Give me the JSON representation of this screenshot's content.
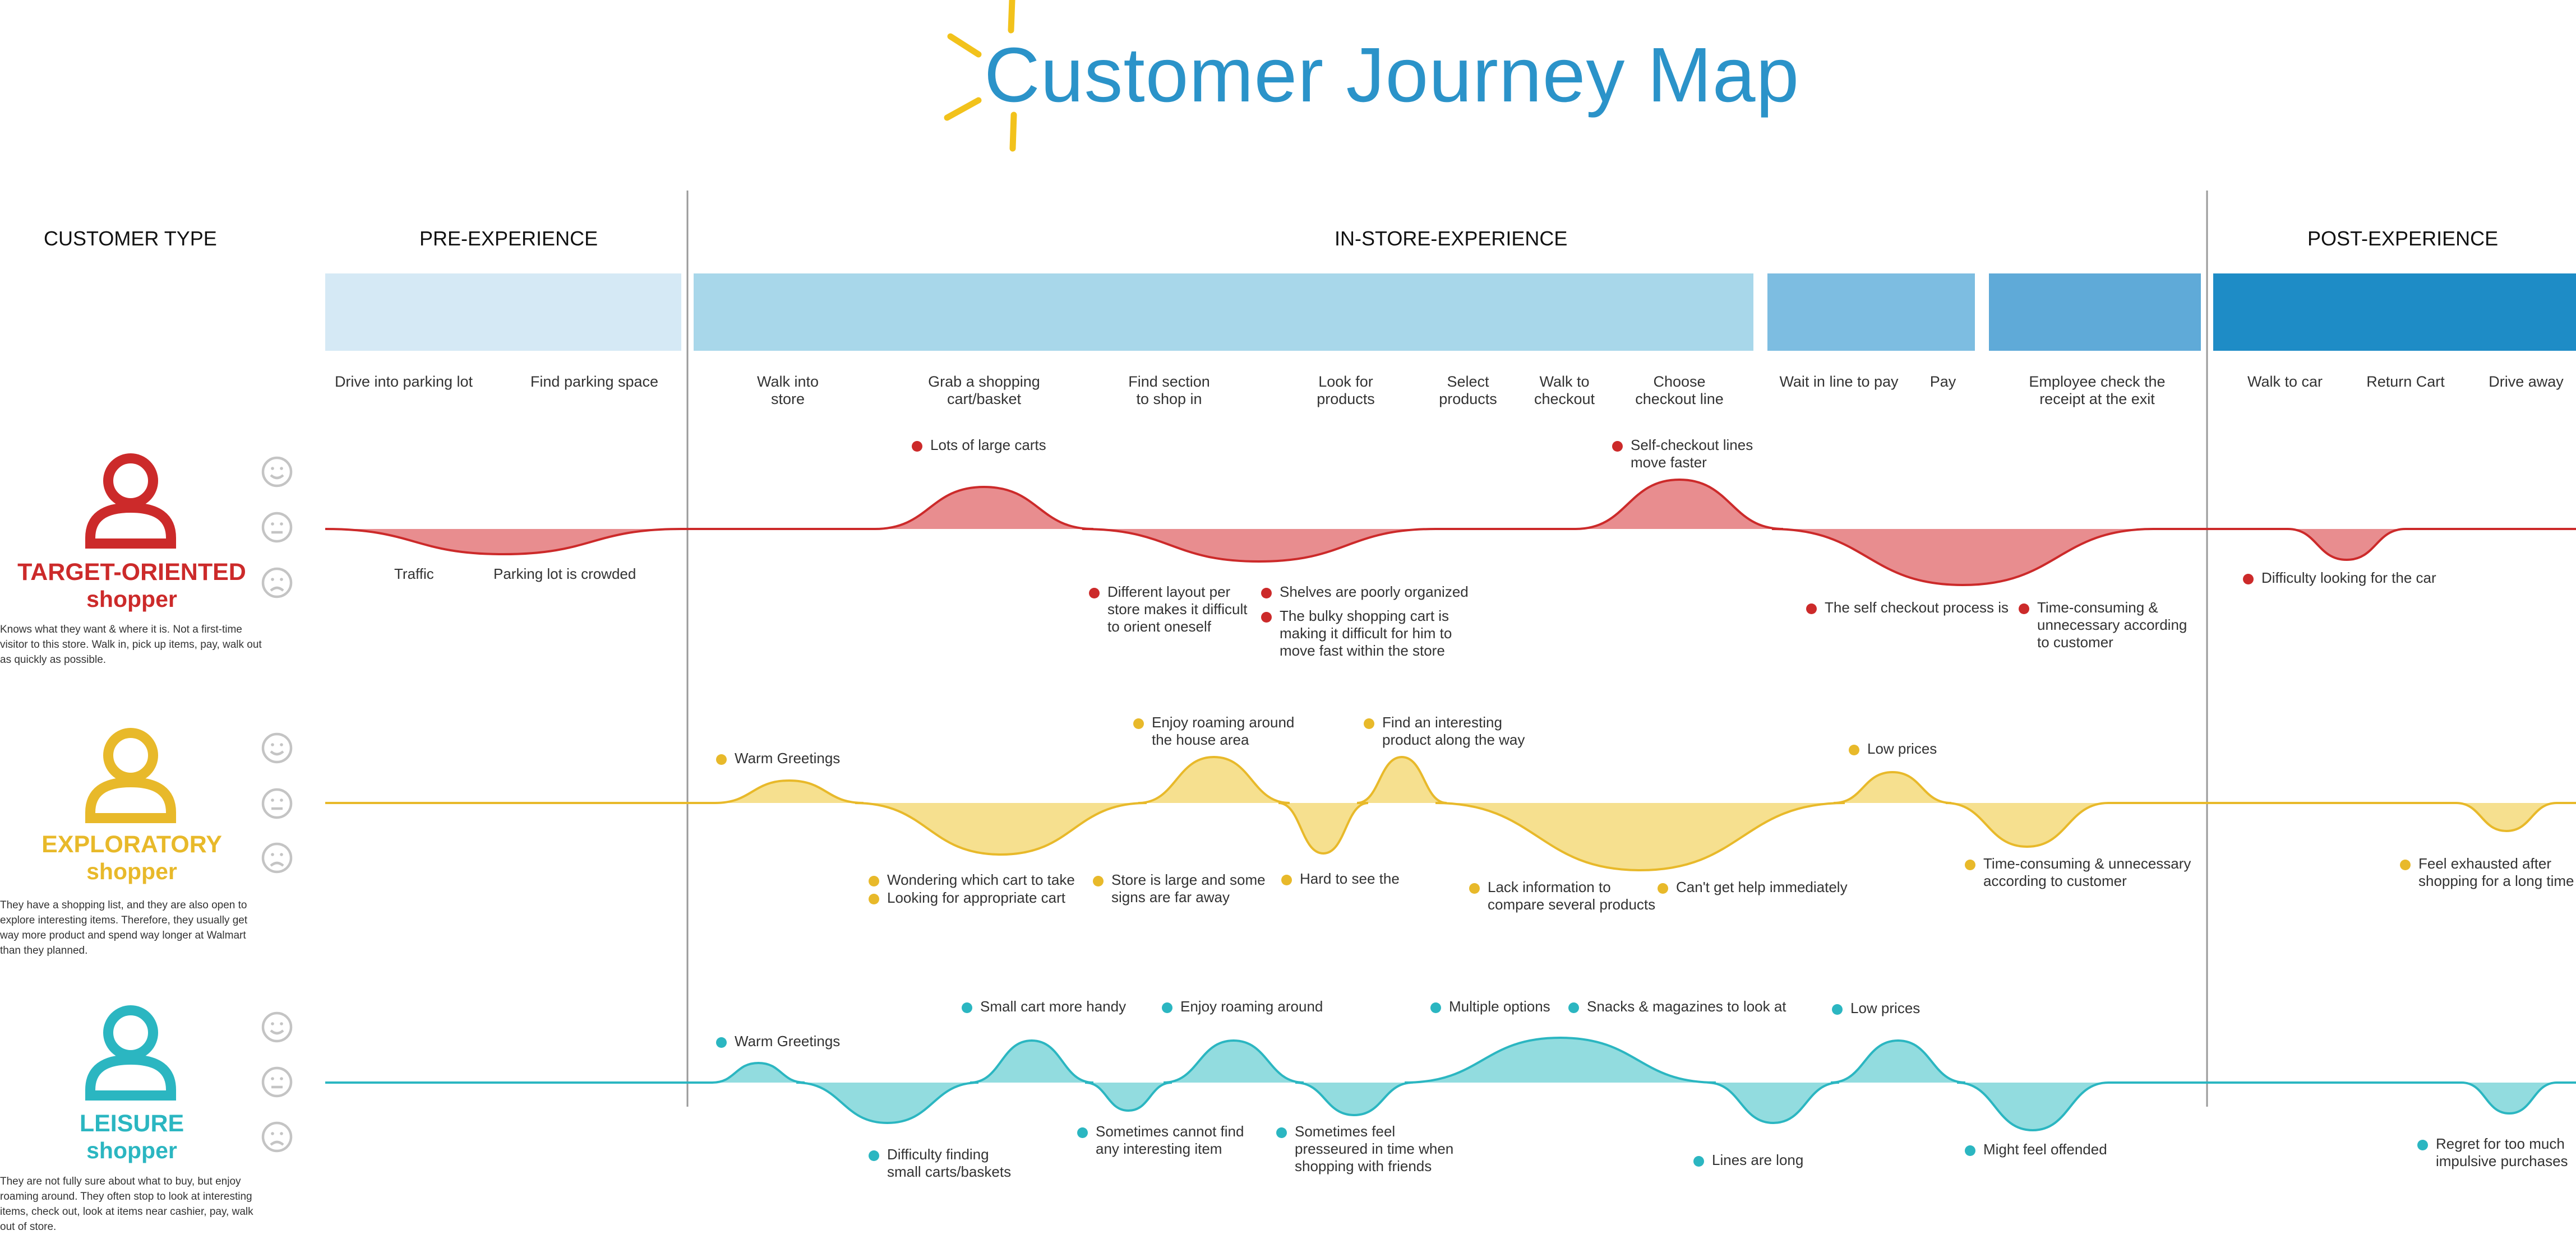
{
  "title": "Customer Journey Map",
  "colors": {
    "title": "#2b93c9",
    "sun": "#f2c21b",
    "red": "#cc2a2a",
    "red_fill": "#e88d8f",
    "yellow": "#e8b92a",
    "yellow_fill": "#f6e08f",
    "teal": "#2bb6c1",
    "teal_fill": "#92dcdf",
    "band_pre": "#d5e9f5",
    "band_in": "#a8d7ea",
    "band_pay": "#7dbde1",
    "band_exit": "#5faad8",
    "band_post": "#1e8cc6"
  },
  "header": {
    "customer_type": "CUSTOMER TYPE",
    "pre": "PRE-EXPERIENCE",
    "in": "IN-STORE-EXPERIENCE",
    "post": "POST-EXPERIENCE"
  },
  "icons": {
    "pre": "car-icon",
    "in": "shopping-cart-icon",
    "pay": "dollar-icon",
    "exit": "exit-icon",
    "post": "car-icon"
  },
  "steps": [
    "Drive into parking lot",
    "Find parking space",
    "Walk into\nstore",
    "Grab a shopping\ncart/basket",
    "Find section\nto shop in",
    "Look for\nproducts",
    "Select\nproducts",
    "Walk to\ncheckout",
    "Choose\ncheckout line",
    "Wait in line to pay",
    "Pay",
    "Employee  check the\nreceipt at the exit",
    "Walk to car",
    "Return Cart",
    "Drive away"
  ],
  "personas": [
    {
      "name1": "TARGET-ORIENTED",
      "name2": "shopper",
      "description": "Knows what they want & where it is. Not a first-time visitor to this store. Walk in, pick up items, pay, walk out as quickly as possible.",
      "notes": [
        "Lots of large carts",
        "Self-checkout lines\nmove faster",
        "Traffic",
        "Parking lot is crowded",
        "Different layout per\nstore makes it difficult\nto orient oneself",
        "Shelves are poorly organized",
        "The bulky shopping cart is\nmaking it difficult for him to\nmove fast within the store",
        "The self checkout process is",
        "Time-consuming &\nunnecessary according\nto customer",
        "Difficulty looking for the car"
      ]
    },
    {
      "name1": "EXPLORATORY",
      "name2": "shopper",
      "description": "They have a shopping list, and they are also open to explore interesting items. Therefore, they usually get way more product and spend way longer at Walmart than they planned.",
      "notes": [
        "Warm Greetings",
        "Enjoy roaming around\nthe house area",
        "Find an interesting\nproduct along the way",
        "Low prices",
        "Wondering which cart to take",
        "Looking for appropriate cart",
        "Store is large and some\nsigns are far away",
        "Hard to see the",
        "Lack information to\ncompare several products",
        "Can't get help immediately",
        "Time-consuming & unnecessary\naccording to customer",
        "Feel exhausted after\nshopping for a long time"
      ]
    },
    {
      "name1": "LEISURE",
      "name2": "shopper",
      "description": "They are not fully sure about what to buy, but enjoy roaming around. They often stop to look at interesting items, check out, look at items near cashier, pay, walk out of store.",
      "notes": [
        "Warm Greetings",
        "Small cart more handy",
        "Enjoy roaming around",
        "Multiple options",
        "Snacks & magazines to look at",
        "Low prices",
        "Difficulty finding\nsmall carts/baskets",
        "Sometimes cannot find\nany interesting item",
        "Sometimes feel\npresseured in time when\nshopping with friends",
        "Lines are long",
        "Might feel offended",
        "Regret for too much\nimpulsive purchases"
      ]
    }
  ]
}
